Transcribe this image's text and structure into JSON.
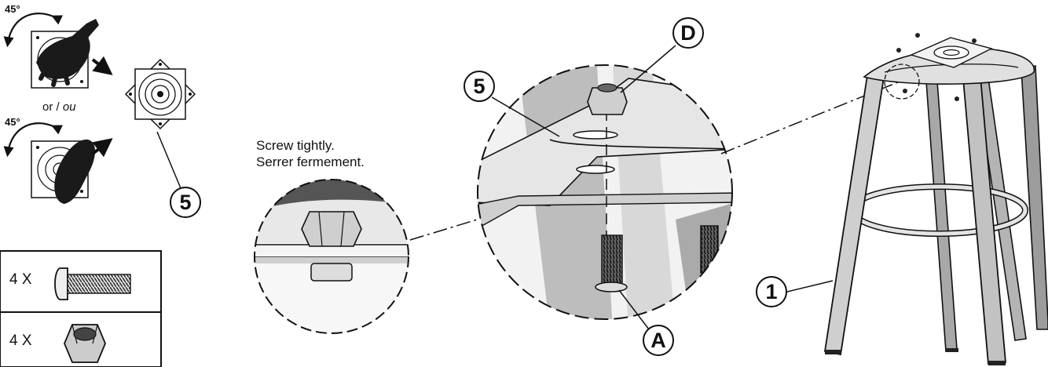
{
  "rotation": {
    "angle_top": "45°",
    "angle_bottom": "45°",
    "or_word": "or /",
    "ou_word": "ou"
  },
  "instruction": {
    "line1": "Screw tightly.",
    "line2": "Serrer fermement."
  },
  "hardware": {
    "bolt_qty": "4 X",
    "nut_qty": "4 X",
    "bolt_icon": "bolt-icon",
    "nut_icon": "nut-icon"
  },
  "callouts": {
    "part_5_small": "5",
    "part_5_detail": "5",
    "part_d": "D",
    "part_a": "A",
    "part_1": "1"
  },
  "colors": {
    "line": "#111111",
    "mid_gray": "#8a8a8a",
    "light_gray": "#d4d4d4",
    "dark": "#333333"
  }
}
